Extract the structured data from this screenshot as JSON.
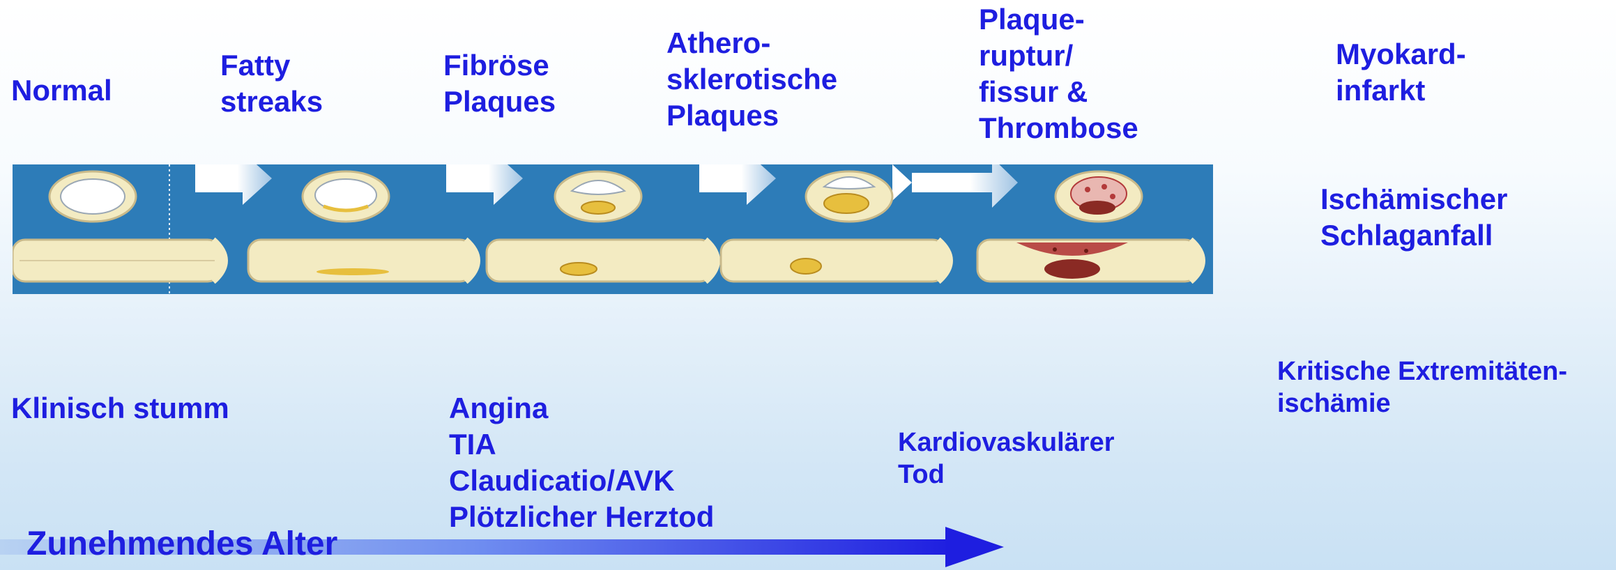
{
  "stages": [
    {
      "lines": [
        "Normal"
      ]
    },
    {
      "lines": [
        "Fatty",
        "streaks"
      ]
    },
    {
      "lines": [
        "Fibröse",
        "Plaques"
      ]
    },
    {
      "lines": [
        "Athero-",
        "sklerotische",
        "Plaques"
      ]
    },
    {
      "lines": [
        "Plaque-",
        "ruptur/",
        "fissur &",
        "Thrombose"
      ]
    }
  ],
  "outcomes": {
    "mi": [
      "Myokard-",
      "infarkt"
    ],
    "stroke": [
      "Ischämischer",
      "Schlaganfall"
    ],
    "cli": [
      "Kritische Extremitäten-",
      "ischämie"
    ]
  },
  "clinical": {
    "silent": "Klinisch stumm",
    "symptoms": [
      "Angina",
      "TIA",
      "Claudicatio/AVK",
      "Plötzlicher Herztod"
    ],
    "death": [
      "Kardiovaskulärer",
      "Tod"
    ]
  },
  "age_label": "Zunehmendes Alter",
  "colors": {
    "text": "#1e1ee0",
    "strip": "#2d7cb8",
    "vessel": "#f3ebc2",
    "plaque": "#e7bf3e",
    "thrombus": "#b33a3a"
  }
}
